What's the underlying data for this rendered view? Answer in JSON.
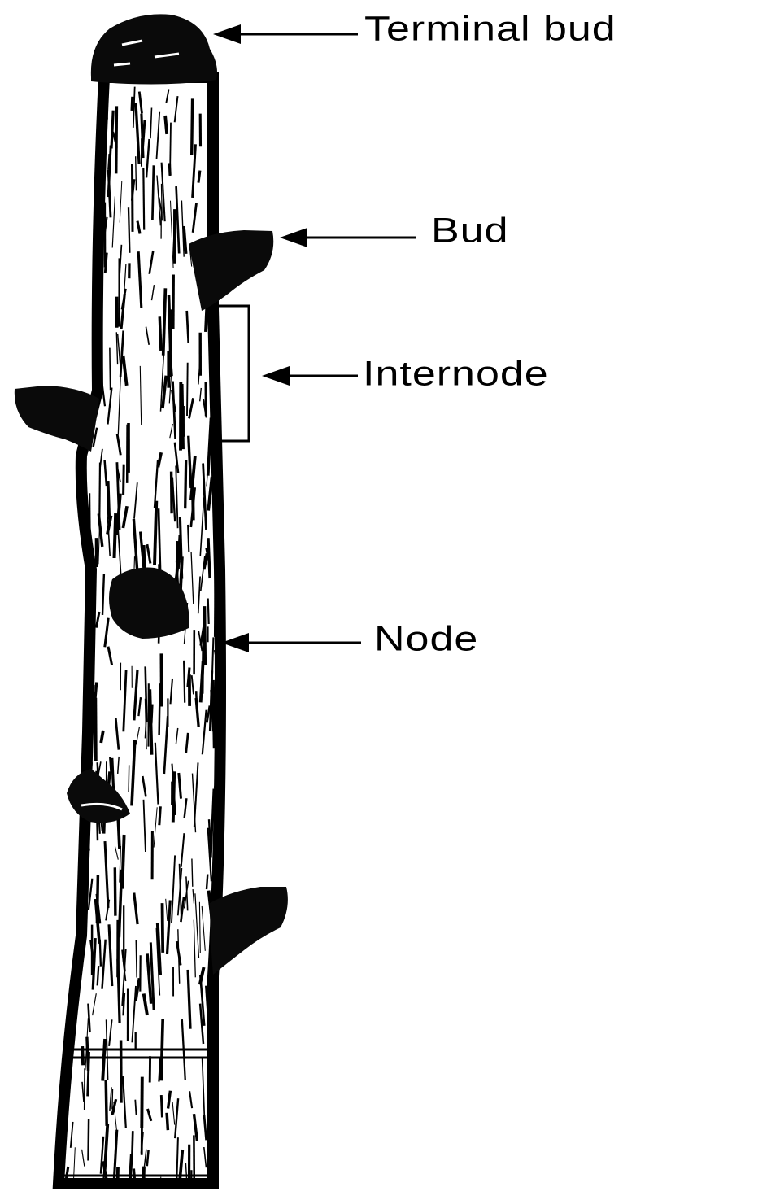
{
  "diagram": {
    "labels": {
      "terminal_bud": "Terminal bud",
      "bud": "Bud",
      "internode": "Internode",
      "node": "Node"
    },
    "colors": {
      "ink": "#000000",
      "paper": "#ffffff"
    }
  }
}
